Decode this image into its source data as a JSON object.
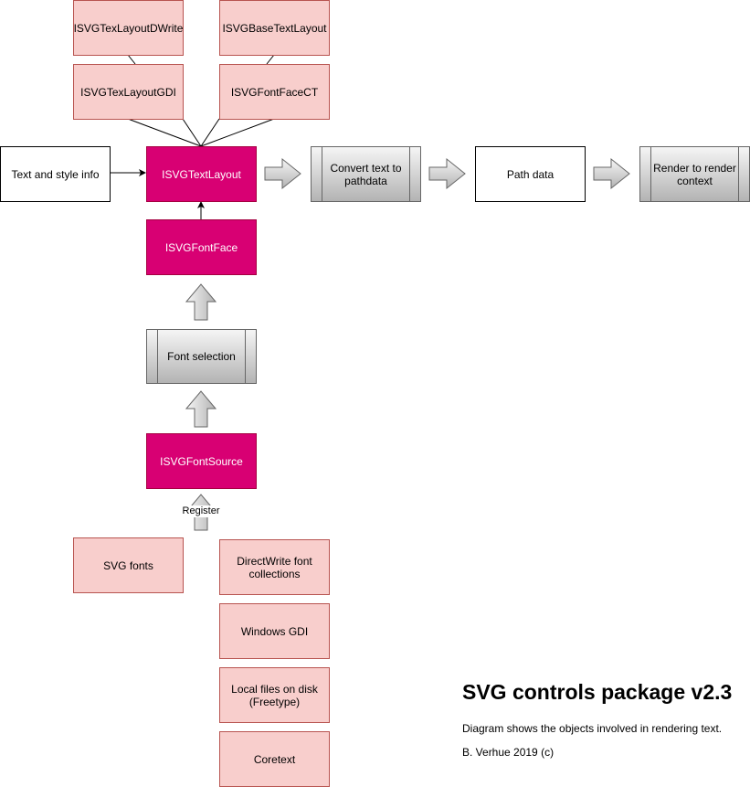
{
  "diagram": {
    "layout_variants": [
      {
        "id": "dwrite",
        "label": "ISVGTexLayoutDWrite"
      },
      {
        "id": "base",
        "label": "ISVGBaseTextLayout"
      },
      {
        "id": "gdi",
        "label": "ISVGTexLayoutGDI"
      },
      {
        "id": "ct",
        "label": "ISVGFontFaceCT"
      }
    ],
    "input": {
      "label": "Text and style info"
    },
    "text_layout": {
      "label": "ISVGTextLayout"
    },
    "font_face": {
      "label": "ISVGFontFace"
    },
    "font_selection": {
      "label": "Font selection"
    },
    "font_source": {
      "label": "ISVGFontSource"
    },
    "register_label": "Register",
    "pipeline": [
      {
        "id": "convert",
        "label": "Convert text to pathdata",
        "type": "process"
      },
      {
        "id": "pathdata",
        "label": "Path data",
        "type": "data"
      },
      {
        "id": "render",
        "label": "Render to render context",
        "type": "process"
      }
    ],
    "font_sources": [
      {
        "id": "svgfonts",
        "label": "SVG fonts"
      },
      {
        "id": "dwrite",
        "label": "DirectWrite font collections"
      },
      {
        "id": "gdi",
        "label": "Windows GDI"
      },
      {
        "id": "freetype",
        "label": "Local files on disk (Freetype)"
      },
      {
        "id": "coretext",
        "label": "Coretext"
      }
    ],
    "colors": {
      "pink_fill": "#f8cecc",
      "pink_stroke": "#b85450",
      "magenta_fill": "#d80073",
      "magenta_stroke": "#a50040"
    }
  },
  "caption": {
    "title": "SVG controls package v2.3",
    "description": "Diagram shows the objects involved in rendering text.",
    "credit": "B. Verhue 2019 (c)"
  }
}
